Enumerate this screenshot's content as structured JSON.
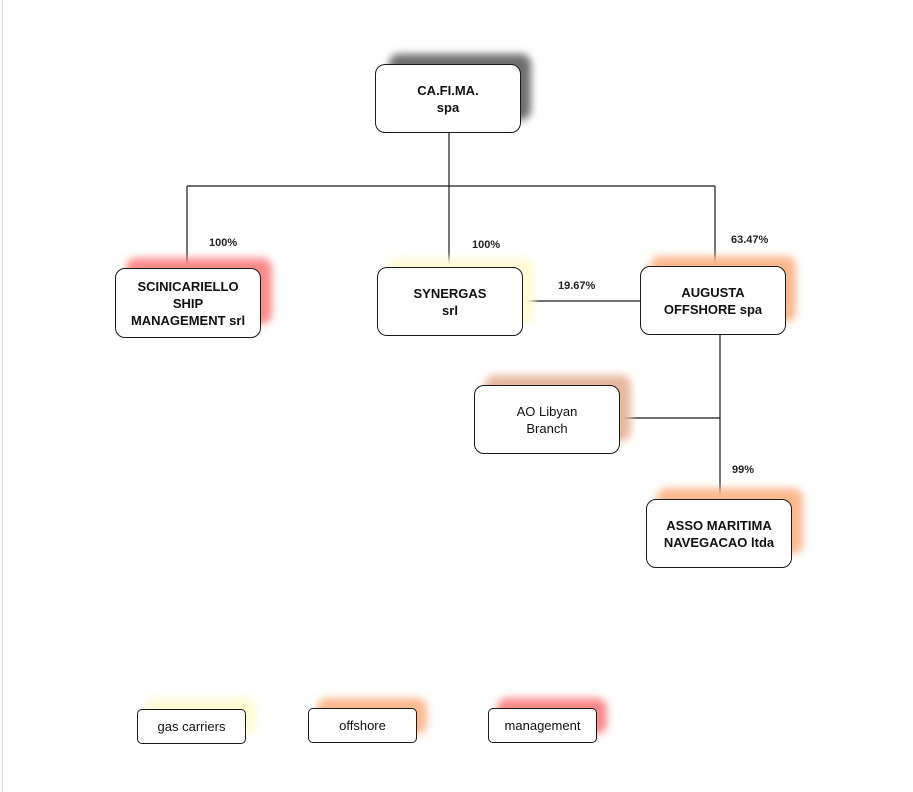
{
  "colors": {
    "gas_carriers": "#fdfcd4",
    "offshore": "#fbb990",
    "management": "#f98b8b",
    "libyan_branch": "#e7b99f",
    "parent_shadow": "#6e6e6e",
    "line": "#1a1a1a"
  },
  "entities": {
    "parent": {
      "line1": "CA.FI.MA.",
      "line2": "spa"
    },
    "scinicariello": {
      "line1": "SCINICARIELLO",
      "line2": "SHIP",
      "line3": "MANAGEMENT srl",
      "category": "management"
    },
    "synergas": {
      "line1": "SYNERGAS",
      "line2": "srl",
      "category": "gas carriers"
    },
    "augusta": {
      "line1": "AUGUSTA",
      "line2": "OFFSHORE spa",
      "category": "offshore"
    },
    "libyan": {
      "line1": "AO Libyan",
      "line2": "Branch"
    },
    "asso": {
      "line1": "ASSO MARITIMA",
      "line2": "NAVEGACAO ltda",
      "category": "offshore"
    }
  },
  "ownership": {
    "scinicariello": "100%",
    "synergas": "100%",
    "augusta": "63.47%",
    "synergas_augusta": "19.67%",
    "asso": "99%"
  },
  "legend": [
    {
      "label": "gas carriers",
      "color": "#fdfcd4"
    },
    {
      "label": "offshore",
      "color": "#fbb990"
    },
    {
      "label": "management",
      "color": "#f98b8b"
    }
  ]
}
